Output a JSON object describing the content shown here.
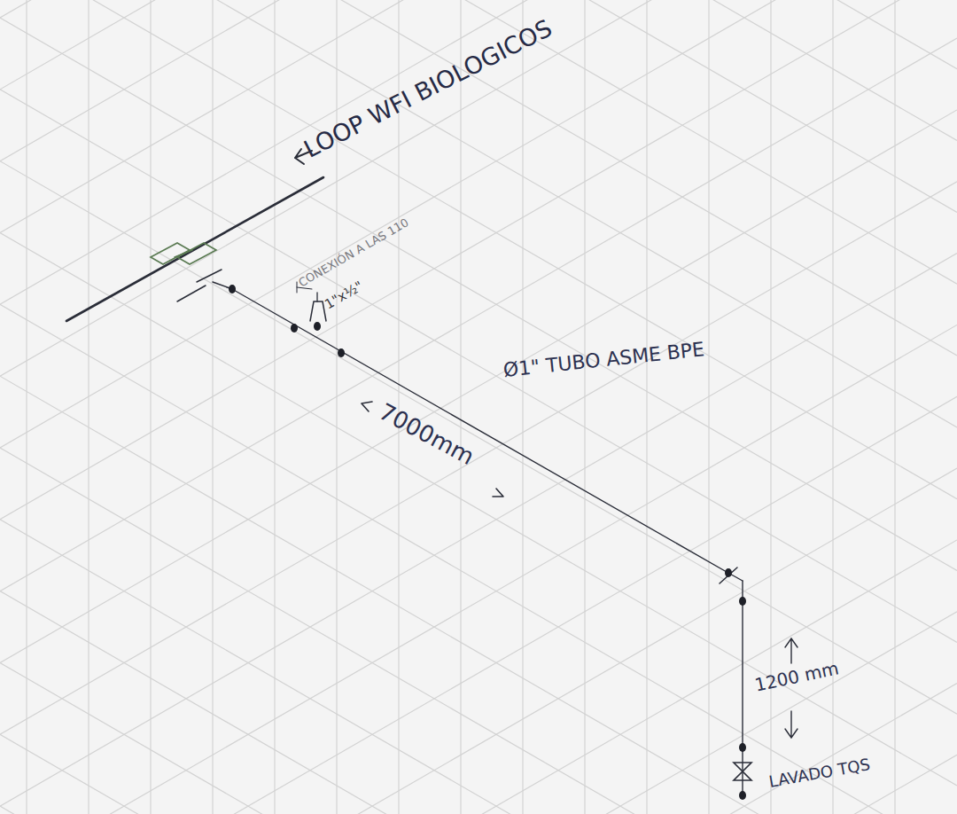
{
  "diagram": {
    "labels": [
      "LOOP WFI BIOLOGICOS",
      "CONEXIÓN A LAS 110",
      "1\"x½\"",
      "Ø1\" TUBO ASME BPE",
      "7000mm",
      "1200 mm",
      "LAVADO TQS"
    ]
  }
}
